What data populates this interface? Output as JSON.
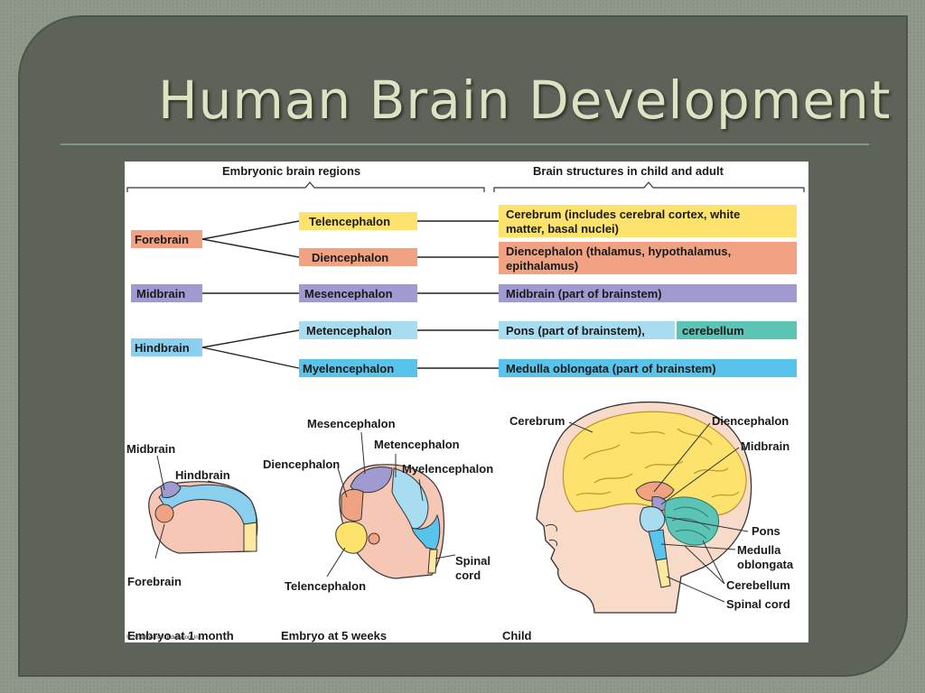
{
  "slide": {
    "title": "Human Brain Development"
  },
  "table": {
    "header_left": "Embryonic brain regions",
    "header_right": "Brain structures in child and adult",
    "primary": {
      "forebrain": "Forebrain",
      "midbrain": "Midbrain",
      "hindbrain": "Hindbrain"
    },
    "secondary": {
      "telencephalon": "Telencephalon",
      "diencephalon": "Diencephalon",
      "mesencephalon": "Mesencephalon",
      "metencephalon": "Metencephalon",
      "myelencephalon": "Myelencephalon"
    },
    "adult": {
      "cerebrum_line1": "Cerebrum (includes cerebral cortex, white",
      "cerebrum_line2": "matter, basal nuclei)",
      "diencephalon_line1": "Diencephalon (thalamus, hypothalamus,",
      "diencephalon_line2": "epithalamus)",
      "midbrain": "Midbrain (part of brainstem)",
      "pons": "Pons (part of brainstem),",
      "cerebellum": "cerebellum",
      "medulla": "Medulla oblongata (part of brainstem)"
    },
    "colors": {
      "forebrain": "#f0a282",
      "telencephalon": "#fde26e",
      "diencephalon": "#f0a282",
      "midbrain": "#9f9ad0",
      "hindbrain": "#8ad0ee",
      "metencephalon": "#a8dcf0",
      "myelencephalon": "#58c4ec",
      "cerebellum": "#5cc4b4"
    }
  },
  "illustrations": {
    "month": {
      "midbrain": "Midbrain",
      "hindbrain": "Hindbrain",
      "forebrain": "Forebrain",
      "caption": "Embryo at 1 month"
    },
    "weeks": {
      "mesencephalon": "Mesencephalon",
      "metencephalon": "Metencephalon",
      "diencephalon": "Diencephalon",
      "myelencephalon": "Myelencephalon",
      "spinal_line1": "Spinal",
      "spinal_line2": "cord",
      "telencephalon": "Telencephalon",
      "caption": "Embryo at 5 weeks"
    },
    "child": {
      "cerebrum": "Cerebrum",
      "diencephalon": "Diencephalon",
      "midbrain": "Midbrain",
      "pons": "Pons",
      "medulla_line1": "Medulla",
      "medulla_line2": "oblongata",
      "cerebellum": "Cerebellum",
      "spinal_cord": "Spinal cord",
      "caption": "Child"
    },
    "copyright": "© 2011 Pearson Education, Inc."
  }
}
